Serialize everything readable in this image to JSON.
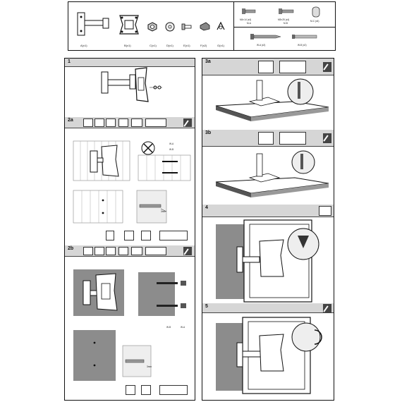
{
  "parts": {
    "items": [
      {
        "code": "A(x1)"
      },
      {
        "code": "B(x1)"
      },
      {
        "code": "C(x1)"
      },
      {
        "code": "D(x1)"
      },
      {
        "code": "E(x1)"
      },
      {
        "code": "F(x2)"
      },
      {
        "code": "G(x1)"
      }
    ],
    "screws": [
      {
        "size": "M4×14 (x4)",
        "code": "M-A"
      },
      {
        "size": "M5×25 (x4)",
        "code": "M-B"
      },
      {
        "size": "",
        "code": "M-C (x4)"
      },
      {
        "size": "",
        "code": "W-A (x2)"
      },
      {
        "size": "",
        "code": "W-B (x2)"
      }
    ]
  },
  "steps": {
    "s1": {
      "num": "1"
    },
    "s2a": {
      "num": "2a",
      "callouts": [
        "W-A",
        "W-B"
      ],
      "depth": "3mm"
    },
    "s2b": {
      "num": "2b",
      "callouts": [
        "W-B",
        "W-A"
      ],
      "depth": "3mm"
    },
    "s3a": {
      "num": "3a"
    },
    "s3b": {
      "num": "3b"
    },
    "s4": {
      "num": "4"
    },
    "s5": {
      "num": "5"
    }
  },
  "colors": {
    "line": "#111111",
    "header_fill": "#d6d6d6",
    "wall_fill": "#8c8c8c",
    "wall_dark": "#5a5a5a"
  }
}
